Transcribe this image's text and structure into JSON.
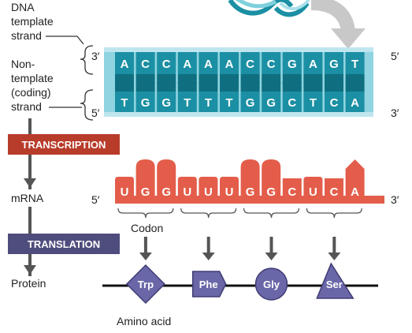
{
  "labels": {
    "template_strand": [
      "DNA",
      "template",
      "strand"
    ],
    "nontemplate_strand": [
      "Non-",
      "template",
      "(coding)",
      "strand"
    ],
    "mrna": "mRNA",
    "protein": "Protein",
    "codon": "Codon",
    "amino_acid": "Amino acid",
    "transcription": "TRANSCRIPTION",
    "translation": "TRANSLATION"
  },
  "ends": {
    "template_left": "3′",
    "template_right": "5′",
    "coding_left": "5′",
    "coding_right": "3′",
    "mrna_left": "5′",
    "mrna_right": "3′"
  },
  "template_bases": [
    "A",
    "C",
    "C",
    "A",
    "A",
    "A",
    "C",
    "C",
    "G",
    "A",
    "G",
    "T"
  ],
  "coding_bases": [
    "T",
    "G",
    "G",
    "T",
    "T",
    "T",
    "G",
    "G",
    "C",
    "T",
    "C",
    "A"
  ],
  "mrna_bases": [
    "U",
    "G",
    "G",
    "U",
    "U",
    "U",
    "G",
    "G",
    "C",
    "U",
    "C",
    "A"
  ],
  "amino_acids": [
    {
      "name": "Trp",
      "shape": "diamond"
    },
    {
      "name": "Phe",
      "shape": "pentagon"
    },
    {
      "name": "Gly",
      "shape": "circle"
    },
    {
      "name": "Ser",
      "shape": "triangle"
    }
  ],
  "colors": {
    "dna": "#1b8fa3",
    "dna_dark": "#0f6f80",
    "mrna": "#e35d4a",
    "mrna_dark": "#c6452f",
    "transcription_box": "#b83c2a",
    "translation_box": "#4f4d7d",
    "amino_acid": "#6a67a8",
    "arrow": "#555555"
  }
}
